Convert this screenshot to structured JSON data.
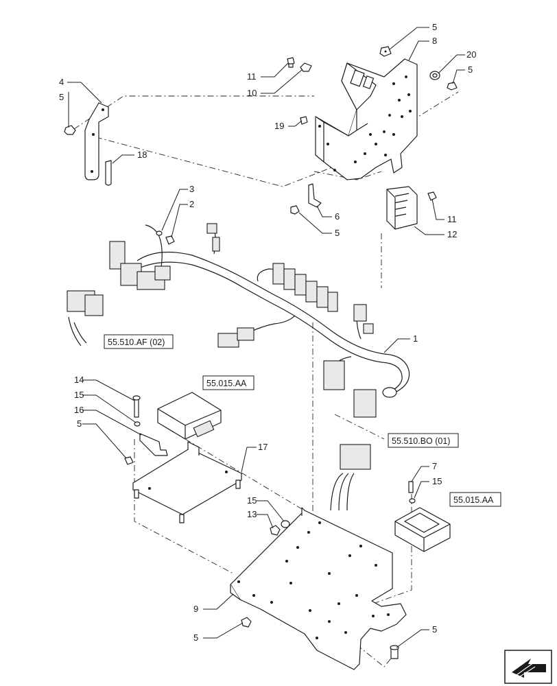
{
  "callouts": [
    "1",
    "2",
    "3",
    "4",
    "5",
    "6",
    "7",
    "8",
    "9",
    "10",
    "11",
    "12",
    "13",
    "14",
    "15",
    "16",
    "17",
    "18",
    "19",
    "20"
  ],
  "references": {
    "af": "55.510.AF (02)",
    "aa_left": "55.015.AA",
    "bo": "55.510.BO (01)",
    "aa_right": "55.015.AA"
  },
  "nav_icon": "next-page-arrow-icon"
}
